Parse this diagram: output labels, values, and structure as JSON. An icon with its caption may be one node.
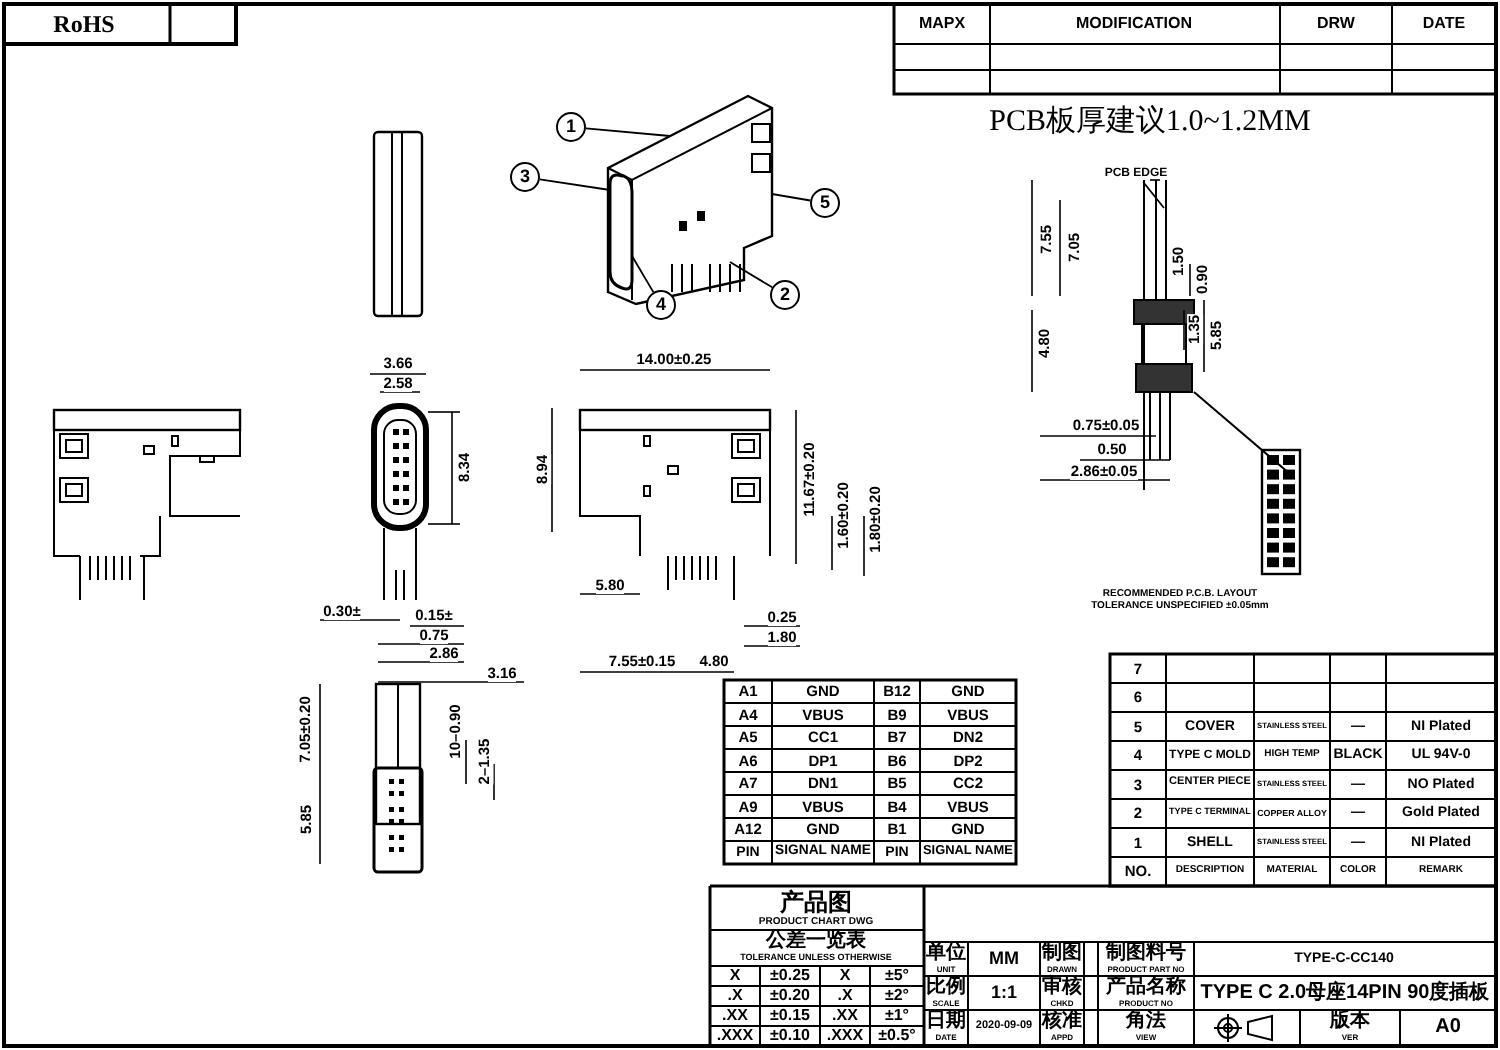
{
  "diagram": {
    "nodes": [
      {
        "text": [
          "1"
        ]
      },
      {
        "text": [
          "3"
        ]
      },
      {
        "text": [
          "5"
        ]
      },
      {
        "text": [
          "2"
        ]
      },
      {
        "text": [
          "4"
        ]
      },
      {
        "text": [
          "PCB EDGE"
        ]
      }
    ],
    "edges": [
      {
        "from": 0,
        "to": null,
        "arrow": "none"
      },
      {
        "from": 1,
        "to": null,
        "arrow": "none"
      },
      {
        "from": 2,
        "to": null,
        "arrow": "none"
      },
      {
        "from": 3,
        "to": null,
        "arrow": "none"
      },
      {
        "from": 4,
        "to": null,
        "arrow": "none"
      },
      {
        "from": 5,
        "to": null,
        "arrow": "none"
      }
    ],
    "labels": [
      "RoHS",
      "MAPX",
      "MODIFICATION",
      "DRW",
      "DATE",
      "PCB板厚建议1.0~1.2MM",
      "7.55",
      "7.05",
      "1.50",
      "0.90",
      "4.80",
      "1.35",
      "5.85",
      "0.75±0.05",
      "0.50",
      "2.86±0.05",
      "3.66",
      "2.58",
      "8.34",
      "0.30±",
      "0.15±",
      "0.75",
      "2.86",
      "3.16",
      "14.00±0.25",
      "8.94",
      "11.67±0.20",
      "1.60±0.20",
      "1.80±0.20",
      "5.80",
      "0.25",
      "1.80",
      "7.55±0.15",
      "4.80",
      "RECOMMENDED P.C.B. LAYOUT",
      "TOLERANCE UNSPECIFIED ±0.05mm",
      "7.05±0.20",
      "5.85",
      "10–0.90",
      "2–1.35",
      "A1",
      "GND",
      "B12",
      "GND",
      "A4",
      "VBUS",
      "B9",
      "VBUS",
      "A5",
      "CC1",
      "B7",
      "DN2",
      "A6",
      "DP1",
      "B6",
      "DP2",
      "A7",
      "DN1",
      "B5",
      "CC2",
      "A9",
      "VBUS",
      "B4",
      "VBUS",
      "A12",
      "GND",
      "B1",
      "GND",
      "PIN",
      "SIGNAL NAME",
      "PIN",
      "SIGNAL NAME",
      "7",
      "6",
      "5",
      "COVER",
      "STAINLESS STEEL",
      "—",
      "NI Plated",
      "4",
      "TYPE C MOLD",
      "HIGH TEMP",
      "BLACK",
      "UL 94V-0",
      "3",
      "CENTER PIECE",
      "STAINLESS STEEL",
      "—",
      "NO Plated",
      "2",
      "TYPE C TERMINAL",
      "COPPER ALLOY",
      "—",
      "Gold Plated",
      "1",
      "SHELL",
      "STAINLESS STEEL",
      "—",
      "NI Plated",
      "NO.",
      "DESCRIPTION",
      "MATERIAL",
      "COLOR",
      "REMARK",
      "产品图",
      "PRODUCT CHART DWG",
      "公差一览表",
      "TOLERANCE UNLESS OTHERWISE",
      "X",
      "±0.25",
      "X",
      "±5°",
      ".X",
      "±0.20",
      ".X",
      "±2°",
      ".XX",
      "±0.15",
      ".XX",
      "±1°",
      ".XXX",
      "±0.10",
      ".XXX",
      "±0.5°",
      "单位",
      "UNIT",
      "MM",
      "比例",
      "SCALE",
      "1:1",
      "日期",
      "DATE",
      "2020-09-09",
      "制图",
      "DRAWN",
      "审核",
      "CHKD",
      "核准",
      "APPD",
      "制图料号",
      "PRODUCT PART NO",
      "TYPE-C-CC140",
      "产品名称",
      "PRODUCT NO",
      "TYPE C 2.0母座14PIN 90度插板",
      "角法",
      "VIEW",
      "版本",
      "VER",
      "A0"
    ]
  }
}
